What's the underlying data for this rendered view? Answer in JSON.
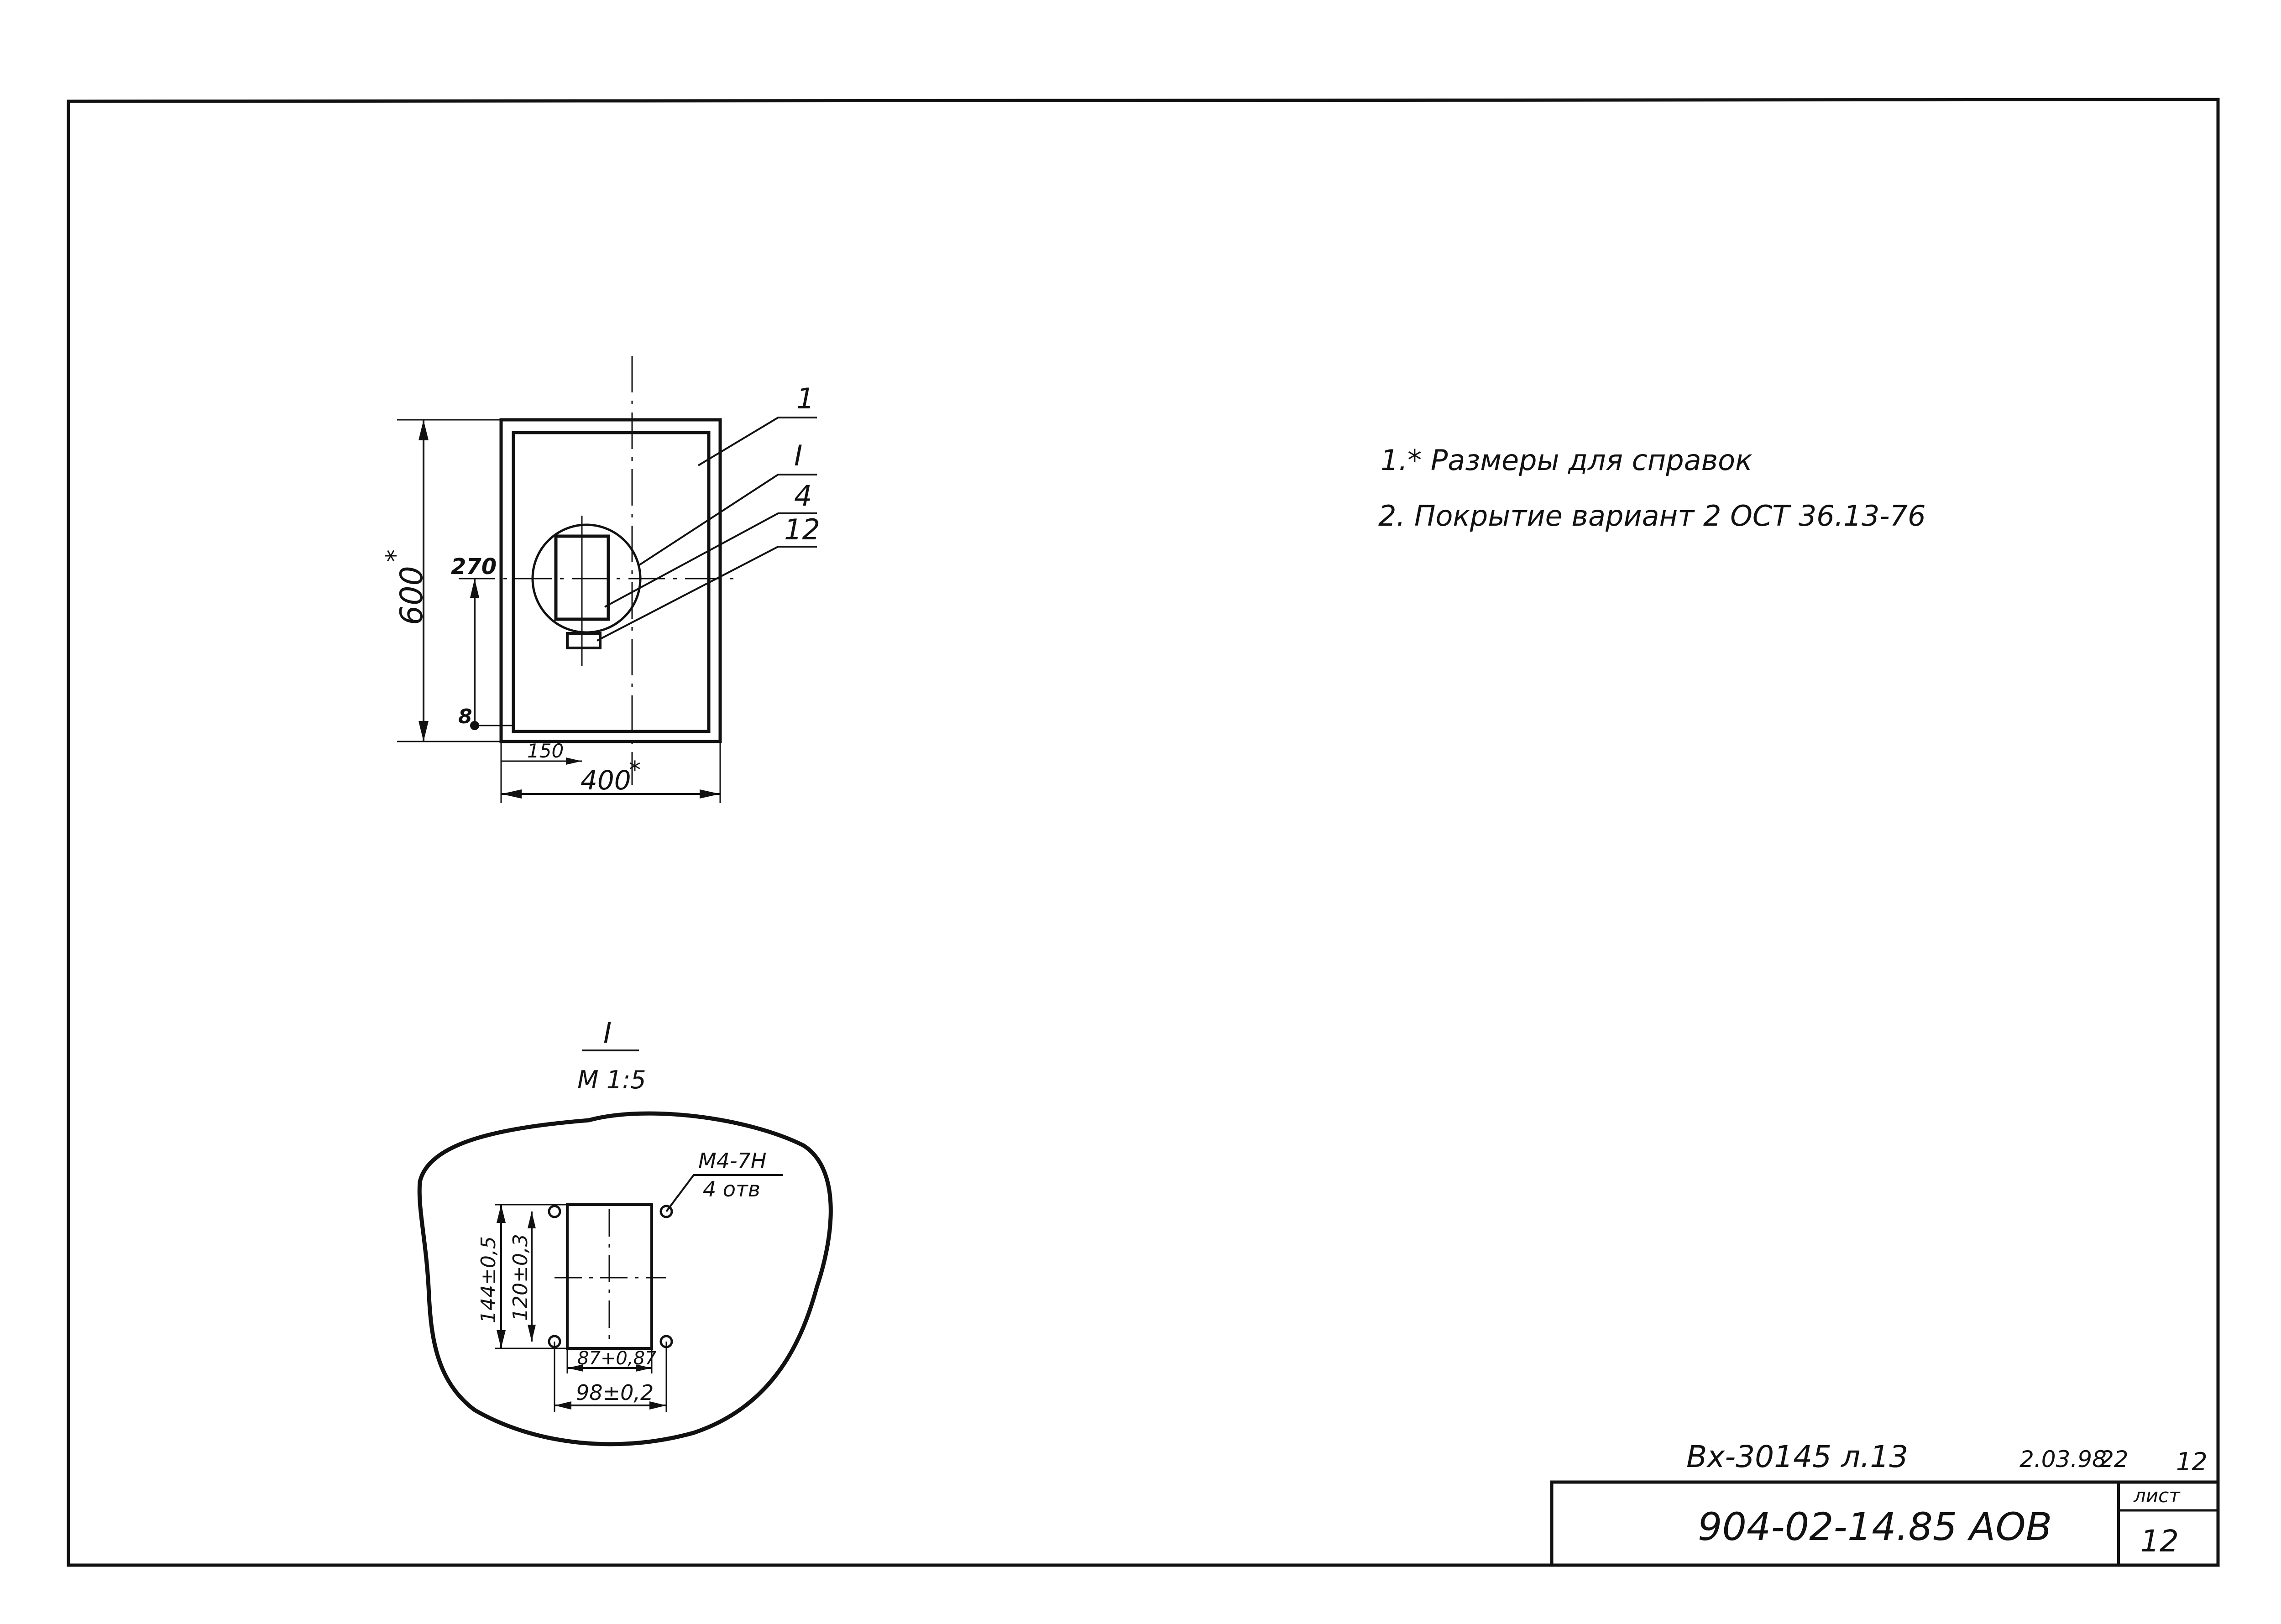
{
  "notes": {
    "note1": "1.* Размеры для справок",
    "note2": "2. Покрытие вариант 2 ОСТ 36.13-76"
  },
  "front_view": {
    "callouts": [
      "1",
      "I",
      "4",
      "12"
    ],
    "dim_height": "600",
    "dim_height_mark": "*",
    "dim_270": "270",
    "dim_8": "8",
    "dim_150": "150",
    "dim_width": "400",
    "dim_width_mark": "*"
  },
  "detail_view": {
    "label": "I",
    "scale": "М 1:5",
    "thread_label": "М4-7Н",
    "holes_label": "4 отв",
    "dim_144": "144±0,5",
    "dim_120": "120±0,3",
    "dim_87": "87+0,87",
    "dim_98": "98±0,2"
  },
  "title_block": {
    "handwritten_ref": "Вх-30145 л.13",
    "date_stamp": "2.03.98",
    "date_suffix": "22",
    "corner_number": "12",
    "designation": "904-02-14.85 АОВ",
    "sheet_label": "лист",
    "sheet_number": "12"
  }
}
